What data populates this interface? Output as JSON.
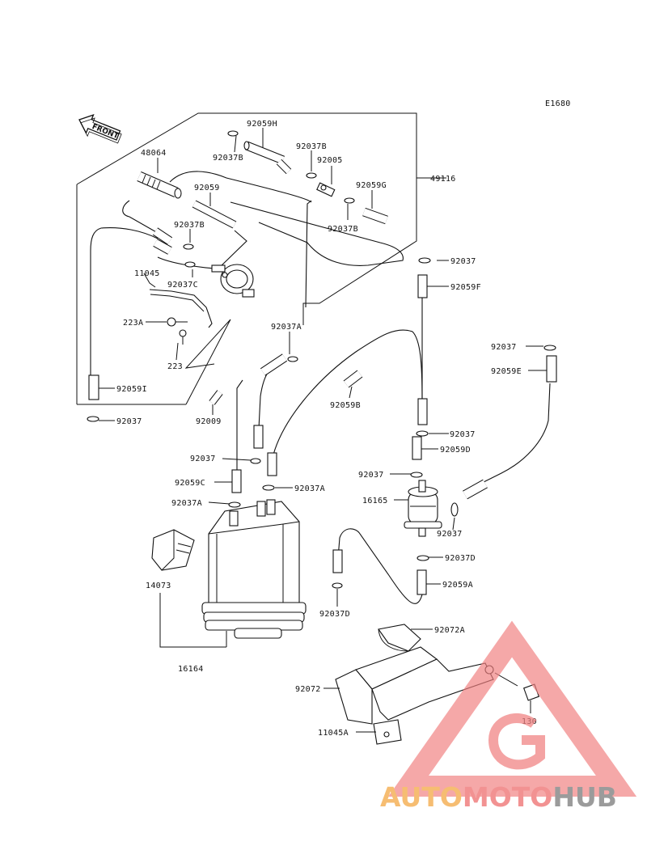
{
  "diagram_code": "E1680",
  "front_label": "FRONT",
  "parts": {
    "p92059H": "92059H",
    "p92037B_1": "92037B",
    "p92037B_2": "92037B",
    "p48064": "48064",
    "p92005": "92005",
    "p49116": "49116",
    "p92059": "92059",
    "p92059G": "92059G",
    "p92037B_3": "92037B",
    "p92037B_4": "92037B",
    "p92037_1": "92037",
    "p11045": "11045",
    "p92037C": "92037C",
    "p92059F": "92059F",
    "p223A": "223A",
    "p92037A_1": "92037A",
    "p223": "223",
    "p92037_2": "92037",
    "p92059E": "92059E",
    "p92059I": "92059I",
    "p92059B": "92059B",
    "p92037_3": "92037",
    "p92009": "92009",
    "p92037_4": "92037",
    "p92037_5": "92037",
    "p92059D": "92059D",
    "p92059C": "92059C",
    "p92037A_2": "92037A",
    "p92037_6": "92037",
    "p16165": "16165",
    "p92037A_3": "92037A",
    "p92037_7": "92037",
    "p92037D_1": "92037D",
    "p14073": "14073",
    "p92059A": "92059A",
    "p92037D_2": "92037D",
    "p92072A": "92072A",
    "p16164": "16164",
    "p92072": "92072",
    "p130": "130",
    "p11045A": "11045A"
  },
  "watermark": {
    "part1": "AUTO",
    "part2": "MOTO",
    "part3": "HUB",
    "colors": {
      "orange": "#f5b25a",
      "red": "#f08080",
      "grey": "#8a8a8a"
    }
  }
}
